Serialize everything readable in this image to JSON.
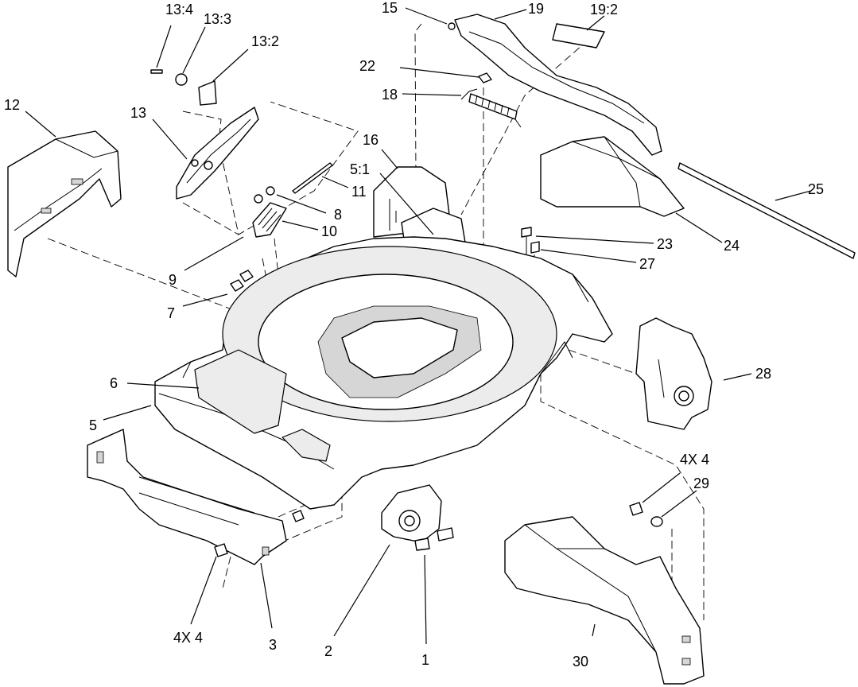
{
  "callouts": {
    "c13_4": "13:4",
    "c13_3": "13:3",
    "c13_2": "13:2",
    "c15": "15",
    "c19": "19",
    "c19_2": "19:2",
    "c12": "12",
    "c13": "13",
    "c22": "22",
    "c18": "18",
    "c16": "16",
    "c5_1": "5:1",
    "c11": "11",
    "c8": "8",
    "c10": "10",
    "c25": "25",
    "c24": "24",
    "c23": "23",
    "c27": "27",
    "c9": "9",
    "c7": "7",
    "c28": "28",
    "c6": "6",
    "c5": "5",
    "c4x4_right": "4X 4",
    "c29": "29",
    "c4x4_left": "4X 4",
    "c3": "3",
    "c2": "2",
    "c1": "1",
    "c30": "30"
  }
}
